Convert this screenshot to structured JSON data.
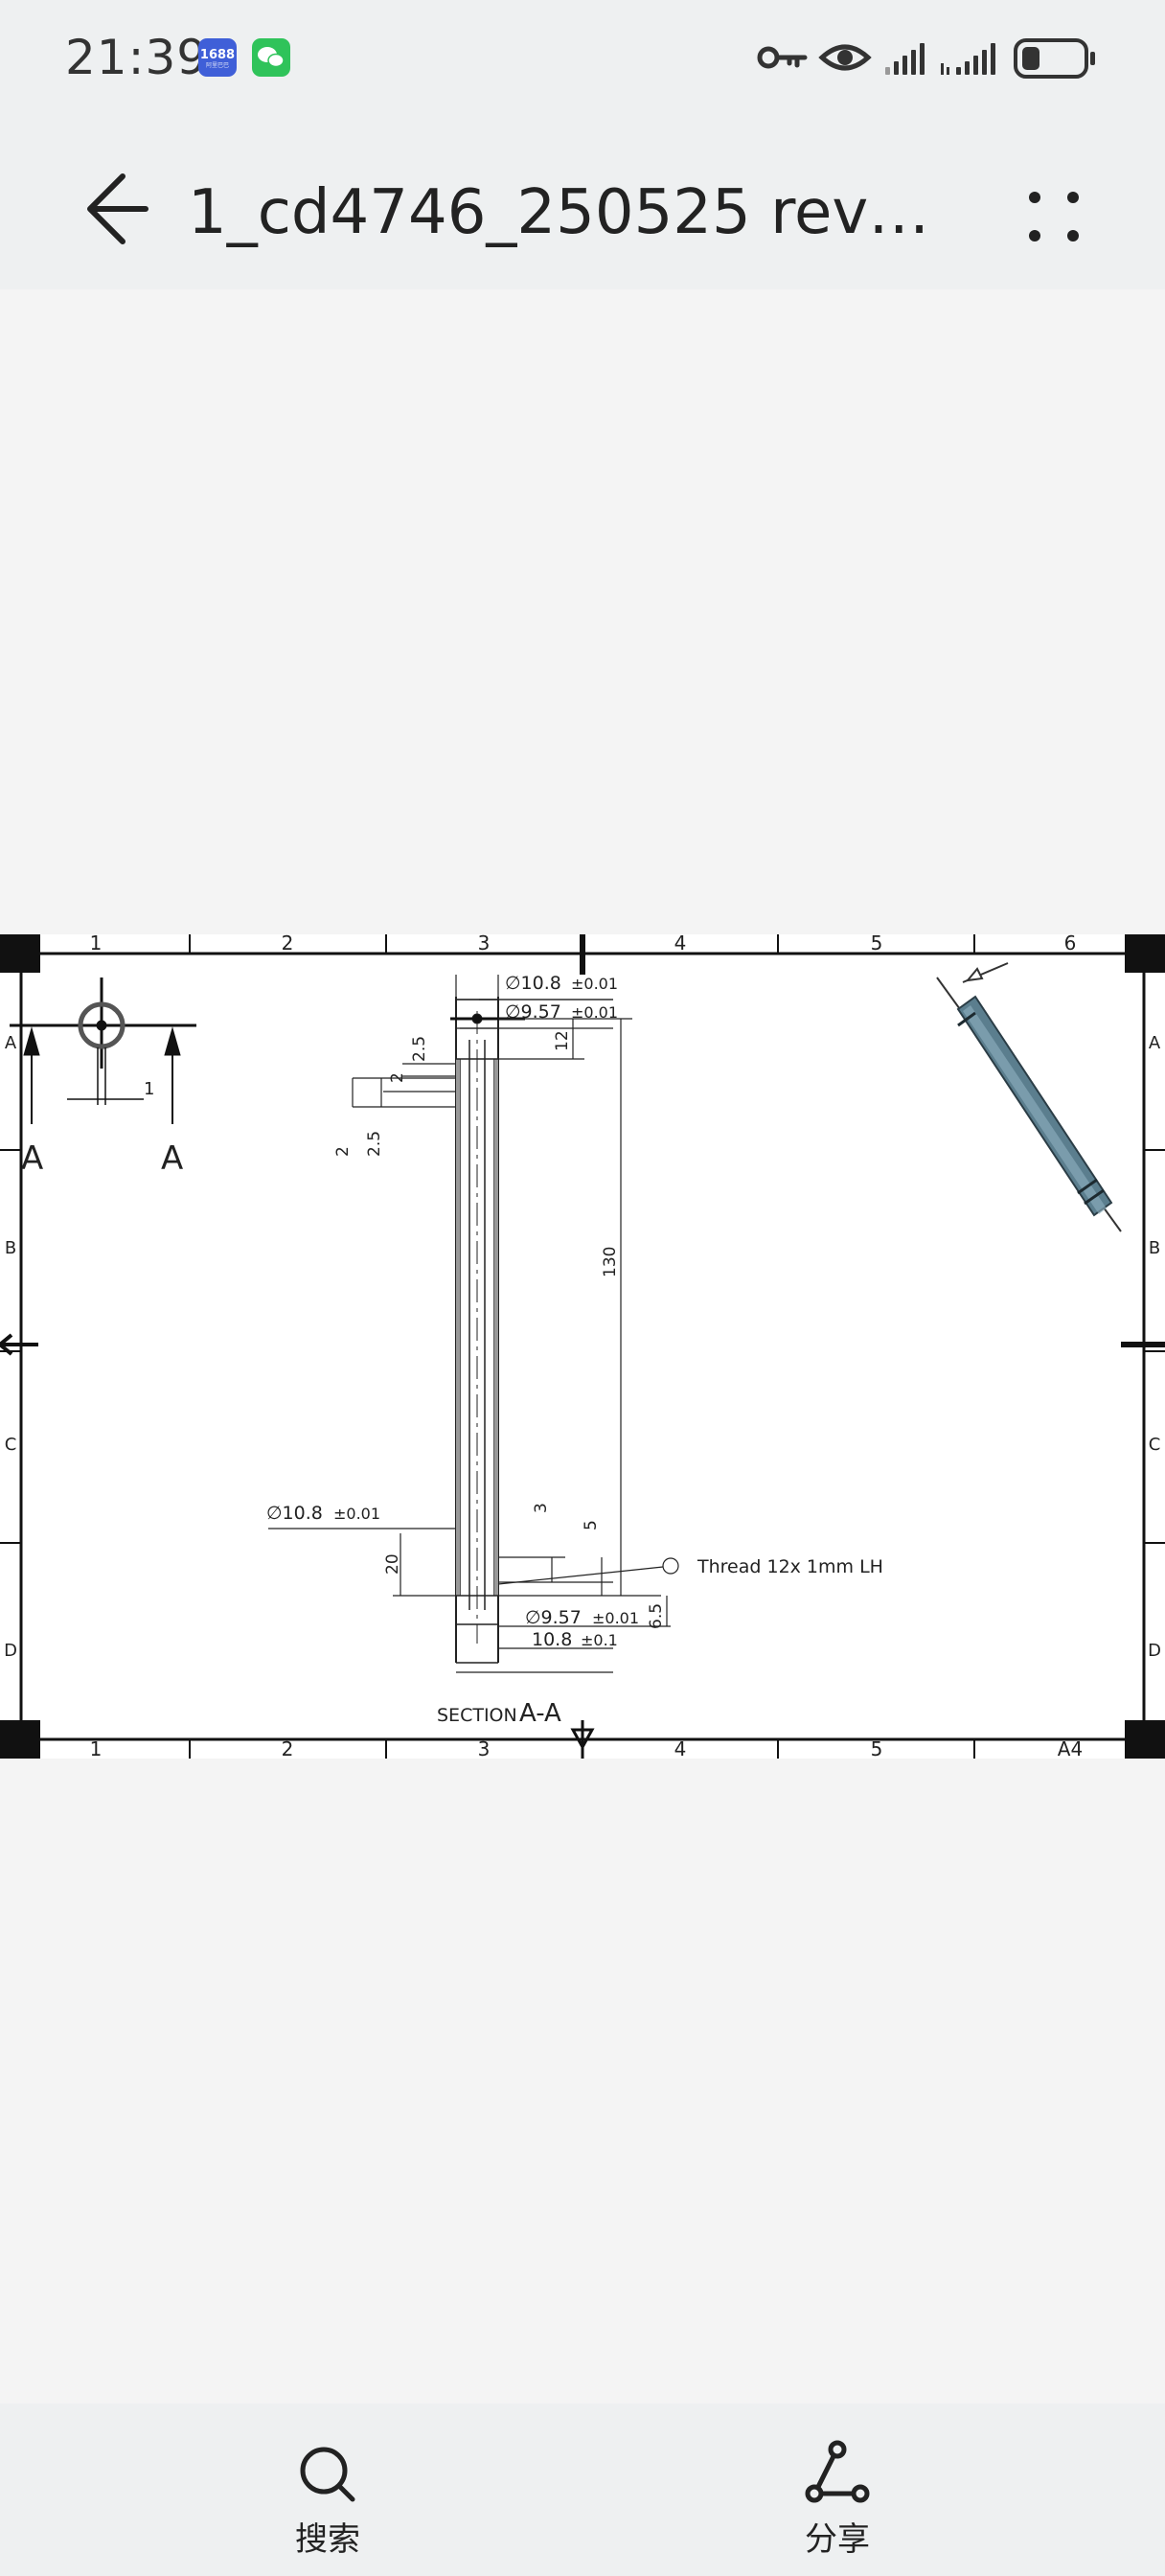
{
  "status_bar": {
    "time": "21:39",
    "notification_apps": [
      {
        "icon": "app-1688-icon",
        "label": "1688",
        "sublabel": "阿里巴巴"
      },
      {
        "icon": "wechat-icon"
      }
    ],
    "indicators": [
      "key-icon",
      "eye-icon",
      "signal-icon",
      "signal-icon",
      "battery-icon"
    ]
  },
  "header": {
    "title": "1_cd4746_250525 revis…",
    "back_icon": "arrow-left-icon",
    "more_icon": "more-vertical-icon"
  },
  "drawing": {
    "top_zone_labels": [
      "1",
      "2",
      "3",
      "4",
      "5",
      "6"
    ],
    "bottom_zone_labels": [
      "1",
      "2",
      "3",
      "4",
      "5",
      "A4"
    ],
    "side_zone_labels": [
      "A",
      "B",
      "C",
      "D"
    ],
    "section_markers": [
      "A",
      "A"
    ],
    "section_title_prefix": "SECTION",
    "section_title_name": "A-A",
    "dim_detail_width": "1",
    "dim_top_outer_dia": "∅10.8",
    "dim_top_outer_tol": "±0.01",
    "dim_top_inner_dia": "∅9.57",
    "dim_top_inner_tol": "±0.01",
    "dim_top_groove_a": "2.5",
    "dim_top_groove_b": "2",
    "dim_left_groove_a": "2",
    "dim_left_groove_b": "2.5",
    "dim_top_len": "12",
    "dim_total_len": "130",
    "dim_low_outer_dia": "∅10.8",
    "dim_low_outer_tol": "±0.01",
    "dim_bottom_len": "20",
    "dim_thread_len_a": "3",
    "dim_thread_len_b": "5",
    "dim_bottom_step": "6.5",
    "dim_bottom_inner_dia": "∅9.57",
    "dim_bottom_inner_tol": "±0.01",
    "dim_bottom_outer": "10.8",
    "dim_bottom_outer_tol": "±0.1",
    "thread_note": "Thread  12x 1mm LH"
  },
  "bottom_bar": {
    "search": {
      "label": "搜索",
      "icon": "search-icon"
    },
    "share": {
      "label": "分享",
      "icon": "share-icon"
    }
  }
}
